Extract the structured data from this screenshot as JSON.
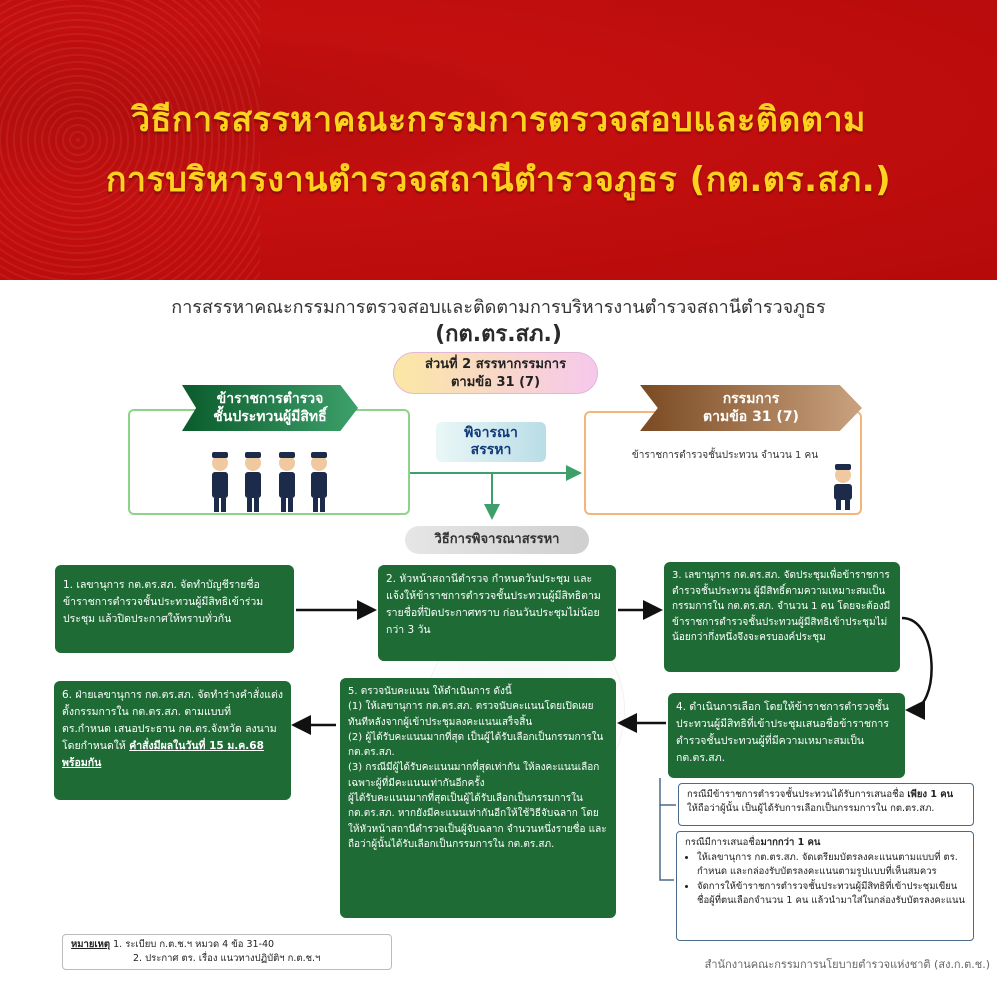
{
  "banner": {
    "title_line1": "วิธีการสรรหาคณะกรรมการตรวจสอบและติดตาม",
    "title_line2": "การบริหารงานตำรวจสถานีตำรวจภูธร (กต.ตร.สภ.)"
  },
  "poster": {
    "title_line1": "การสรรหาคณะกรรมการตรวจสอบและติดตามการบริหารงานตำรวจสถานีตำรวจภูธร",
    "title_line2": "(กต.ตร.สภ.)",
    "section_line1": "ส่วนที่ 2 สรรหากรรมการ",
    "section_line2": "ตามข้อ 31 (7)",
    "left_label_line1": "ข้าราชการตำรวจ",
    "left_label_line2": "ชั้นประทวนผู้มีสิทธิ์",
    "right_label_line1": "กรรมการ",
    "right_label_line2": "ตามข้อ 31 (7)",
    "right_desc": "ข้าราชการตำรวจชั้นประทวน จำนวน 1 คน",
    "consider_line1": "พิจารณา",
    "consider_line2": "สรรหา",
    "method_heading": "วิธีการพิจารณาสรรหา",
    "step1": "1. เลขานุการ กต.ตร.สภ. จัดทำบัญชีรายชื่อข้าราชการตำรวจชั้นประทวนผู้มีสิทธิเข้าร่วมประชุม แล้วปิดประกาศให้ทราบทั่วกัน",
    "step2": "2. หัวหน้าสถานีตำรวจ กำหนดวันประชุม และแจ้งให้ข้าราชการตำรวจชั้นประทวนผู้มีสิทธิตามรายชื่อที่ปิดประกาศทราบ ก่อนวันประชุมไม่น้อยกว่า 3 วัน",
    "step3": "3. เลขานุการ กต.ตร.สภ. จัดประชุมเพื่อข้าราชการตำรวจชั้นประทวน ผู้มีสิทธิ์ตามความเหมาะสมเป็นกรรมการใน กต.ตร.สภ. จำนวน 1 คน โดยจะต้องมีข้าราชการตำรวจชั้นประทวนผู้มีสิทธิเข้าประชุมไม่น้อยกว่ากึ่งหนึ่งจึงจะครบองค์ประชุม",
    "step4": "4. ดำเนินการเลือก โดยให้ข้าราชการตำรวจชั้นประทวนผู้มีสิทธิที่เข้าประชุมเสนอชื่อข้าราชการตำรวจชั้นประทวนผู้ที่มีความเหมาะสมเป็น กต.ตร.สภ.",
    "step5_intro": "5. ตรวจนับคะแนน ให้ดำเนินการ ดังนี้",
    "step5_a": "(1) ให้เลขานุการ กต.ตร.สภ. ตรวจนับคะแนนโดยเปิดเผยทันทีหลังจากผู้เข้าประชุมลงคะแนนเสร็จสิ้น",
    "step5_b": "(2) ผู้ได้รับคะแนนมากที่สุด เป็นผู้ได้รับเลือกเป็นกรรมการใน กต.ตร.สภ.",
    "step5_c": "(3) กรณีมีผู้ได้รับคะแนนมากที่สุดเท่ากัน ให้ลงคะแนนเลือกเฉพาะผู้ที่มีคะแนนเท่ากันอีกครั้ง",
    "step5_d": "ผู้ได้รับคะแนนมากที่สุดเป็นผู้ได้รับเลือกเป็นกรรมการใน กต.ตร.สภ. หากยังมีคะแนนเท่ากันอีกให้ใช้วิธีจับฉลาก โดยให้หัวหน้าสถานีตำรวจเป็นผู้จับฉลาก จำนวนหนึ่งรายชื่อ และถือว่าผู้นั้นได้รับเลือกเป็นกรรมการใน กต.ตร.สภ.",
    "step6_text": "6. ฝ่ายเลขานุการ กต.ตร.สภ. จัดทำร่างคำสั่งแต่งตั้งกรรมการใน กต.ตร.สภ. ตามแบบที่ ตร.กำหนด เสนอประธาน กต.ตร.จังหวัด ลงนาม โดยกำหนดให้",
    "step6_emph": "คำสั่งมีผลในวันที่ 15 ม.ค.68 พร้อมกัน",
    "case1_pre": "กรณีมีข้าราชการตำรวจชั้นประทวนได้รับการเสนอชื่อ",
    "case1_bold": "เพียง 1 คน",
    "case1_post": "ให้ถือว่าผู้นั้น เป็นผู้ได้รับการเลือกเป็นกรรมการใน กต.ตร.สภ.",
    "case2_pre": "กรณีมีการเสนอชื่อ",
    "case2_bold": "มากกว่า 1 คน",
    "case2_item1": "ให้เลขานุการ กต.ตร.สภ. จัดเตรียมบัตรลงคะแนนตามแบบที่ ตร. กำหนด และกล่องรับบัตรลงคะแนนตามรูปแบบที่เห็นสมควร",
    "case2_item2": "จัดการให้ข้าราชการตำรวจชั้นประทวนผู้มีสิทธิที่เข้าประชุมเขียนชื่อผู้ที่ตนเลือกจำนวน 1 คน แล้วนำมาใส่ในกล่องรับบัตรลงคะแนน",
    "note_label": "หมายเหตุ",
    "note_line1": "1. ระเบียบ ก.ต.ช.ฯ หมวด 4 ข้อ 31-40",
    "note_line2": "2. ประกาศ ตร. เรื่อง แนวทางปฏิบัติฯ ก.ต.ช.ฯ",
    "footer": "สำนักงานคณะกรรมการนโยบายตำรวจแห่งชาติ (สง.ก.ต.ช.)"
  },
  "colors": {
    "banner_red": "#c40f0f",
    "banner_title": "#ffd21f",
    "box_green": "#1e6b35",
    "left_border": "#8fd38a",
    "right_border": "#f2b67a"
  }
}
